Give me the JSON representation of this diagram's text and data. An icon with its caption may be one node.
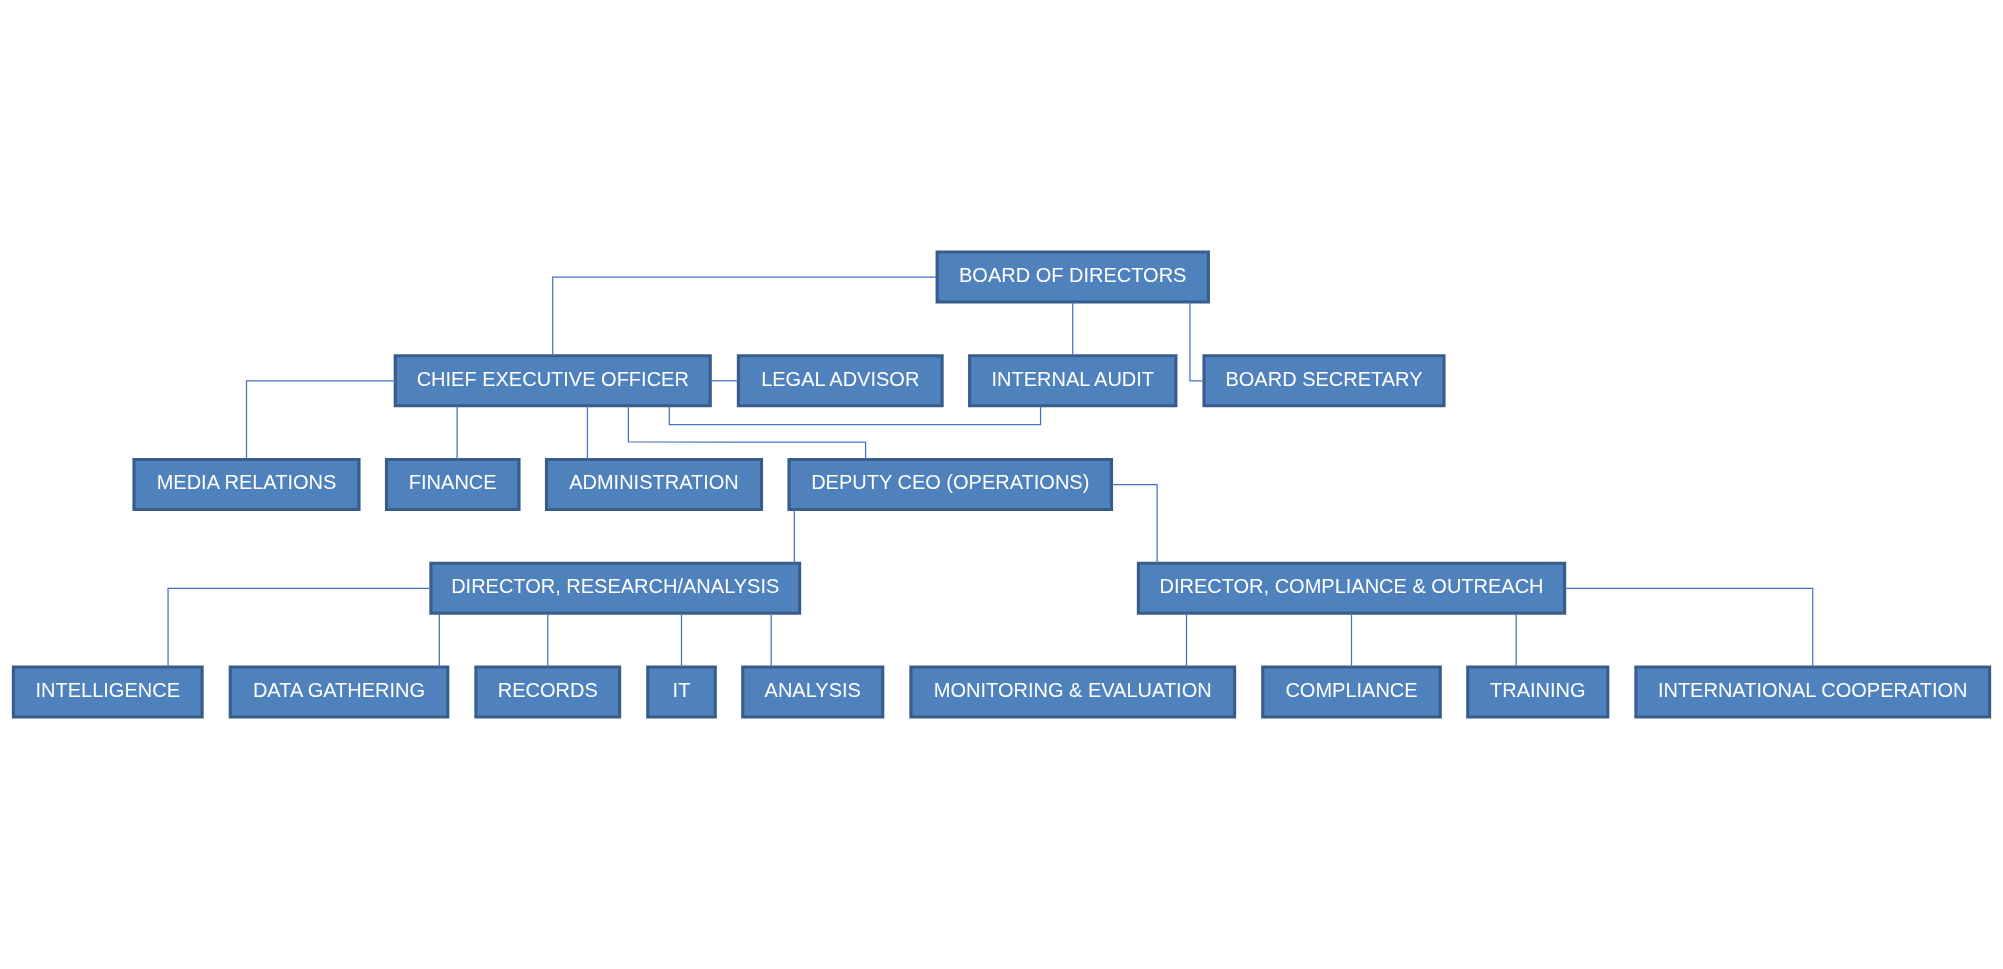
{
  "diagram": {
    "nodes": [
      {
        "text": [
          "BOARD OF DIRECTORS"
        ]
      },
      {
        "text": [
          "INTERNAL AUDIT"
        ]
      },
      {
        "text": [
          "CHIEF EXECUTIVE OFFICER"
        ]
      },
      {
        "text": [
          "LEGAL ADVISOR"
        ]
      },
      {
        "text": [
          "BOARD SECRETARY"
        ]
      },
      {
        "text": [
          "MEDIA RELATIONS"
        ]
      },
      {
        "text": [
          "FINANCE"
        ]
      },
      {
        "text": [
          "ADMINISTRATION"
        ]
      },
      {
        "text": [
          "DEPUTY CEO (OPERATIONS)"
        ]
      },
      {
        "text": [
          "DIRECTOR, RESEARCH/ANALYSIS"
        ]
      },
      {
        "text": [
          "DIRECTOR, COMPLIANCE & OUTREACH"
        ]
      },
      {
        "text": [
          "INTELLIGENCE"
        ]
      },
      {
        "text": [
          "DATA GATHERING"
        ]
      },
      {
        "text": [
          "RECORDS"
        ]
      },
      {
        "text": [
          "IT"
        ]
      },
      {
        "text": [
          "ANALYSIS"
        ]
      },
      {
        "text": [
          "MONITORING & EVALUATION"
        ]
      },
      {
        "text": [
          "COMPLIANCE"
        ]
      },
      {
        "text": [
          "TRAINING"
        ]
      },
      {
        "text": [
          "INTERNATIONAL COOPERATION"
        ]
      }
    ],
    "edges": [
      {
        "from": 0,
        "to": 1,
        "arrow": "none"
      },
      {
        "from": 0,
        "to": 2,
        "arrow": "none"
      },
      {
        "from": 0,
        "to": 4,
        "arrow": "none"
      },
      {
        "from": 2,
        "to": 1,
        "arrow": "none"
      },
      {
        "from": 2,
        "to": 5,
        "arrow": "none"
      },
      {
        "from": 2,
        "to": 3,
        "arrow": "none"
      },
      {
        "from": 2,
        "to": 6,
        "arrow": "none"
      },
      {
        "from": 2,
        "to": 7,
        "arrow": "none"
      },
      {
        "from": 2,
        "to": 8,
        "arrow": "none"
      },
      {
        "from": 8,
        "to": 9,
        "arrow": "none"
      },
      {
        "from": 8,
        "to": 10,
        "arrow": "none"
      },
      {
        "from": 9,
        "to": 11,
        "arrow": "none"
      },
      {
        "from": 9,
        "to": 12,
        "arrow": "none"
      },
      {
        "from": 9,
        "to": 13,
        "arrow": "none"
      },
      {
        "from": 9,
        "to": 14,
        "arrow": "none"
      },
      {
        "from": 9,
        "to": 15,
        "arrow": "none"
      },
      {
        "from": 10,
        "to": 16,
        "arrow": "none"
      },
      {
        "from": 10,
        "to": 17,
        "arrow": "none"
      },
      {
        "from": 10,
        "to": 18,
        "arrow": "none"
      },
      {
        "from": 10,
        "to": 19,
        "arrow": "none"
      }
    ]
  }
}
